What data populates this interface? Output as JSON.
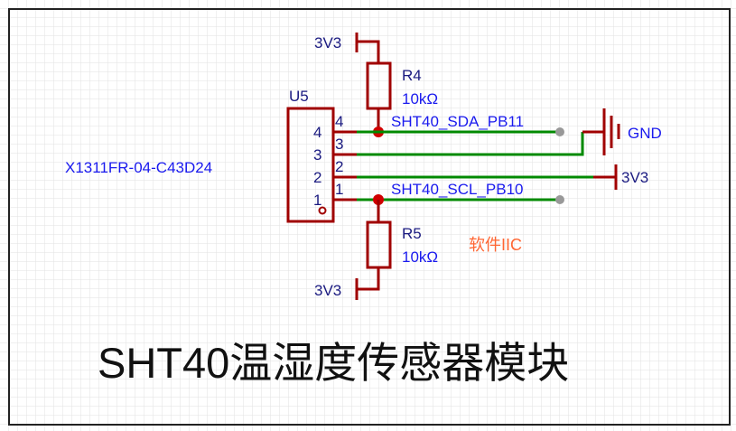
{
  "component": {
    "ref": "U5",
    "part": "X1311FR-04-C43D24",
    "pins": [
      "4",
      "3",
      "2",
      "1"
    ]
  },
  "resistors": [
    {
      "ref": "R4",
      "value": "10kΩ"
    },
    {
      "ref": "R5",
      "value": "10kΩ"
    }
  ],
  "nets": {
    "sda": "SHT40_SDA_PB11",
    "scl": "SHT40_SCL_PB10",
    "gnd": "GND",
    "vcc_top": "3V3",
    "vcc_pin2": "3V3",
    "vcc_bottom": "3V3"
  },
  "note": "软件IIC",
  "title": "SHT40温湿度传感器模块",
  "colors": {
    "wire": "#008a00",
    "symbol": "#a00000",
    "net_label": "#1a1aee",
    "note": "#ff6633"
  }
}
